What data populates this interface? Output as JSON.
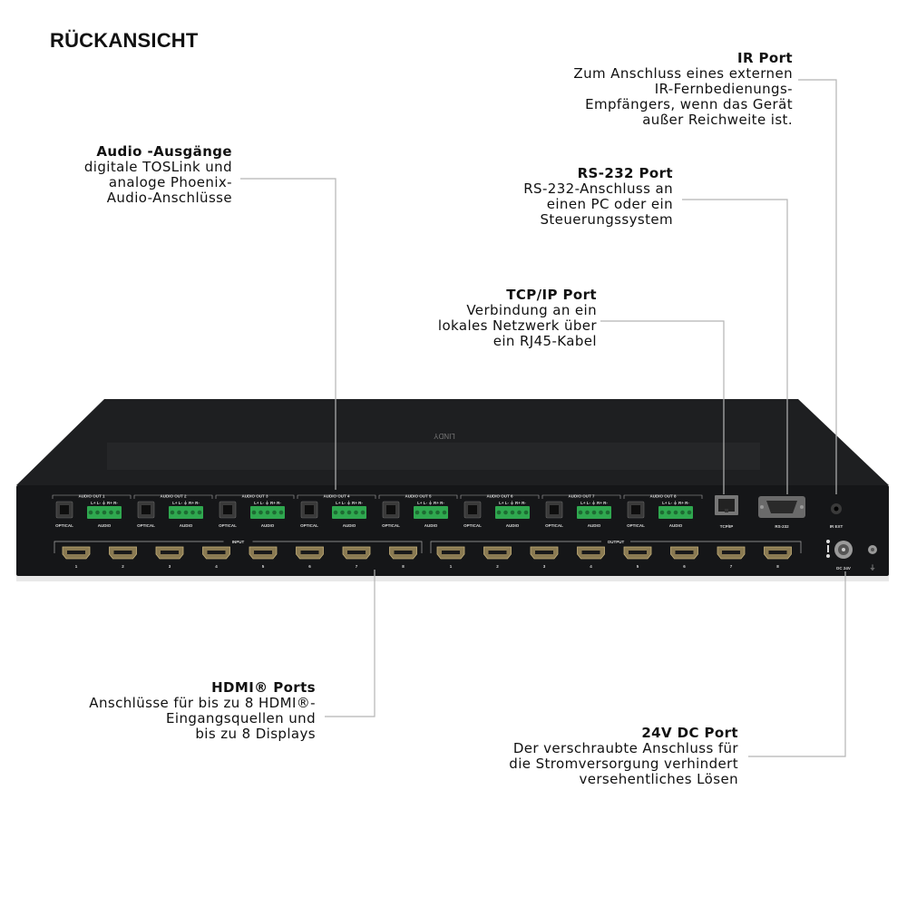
{
  "title": "RÜCKANSICHT",
  "callouts": {
    "ir": {
      "heading": "IR Port",
      "text": "Zum Anschluss eines externen\nIR-Fernbedienungs-\nEmpfängers, wenn  das Gerät\naußer Reichweite ist."
    },
    "audio": {
      "heading": "Audio -Ausgänge",
      "text": "digitale TOSLink und\nanaloge Phoenix-\nAudio-Anschlüsse"
    },
    "rs232": {
      "heading": "RS-232 Port",
      "text": "RS-232-Anschluss an\neinen PC oder ein\nSteuerungssystem"
    },
    "tcpip": {
      "heading": "TCP/IP Port",
      "text": "Verbindung an ein\nlokales Netzwerk über\nein RJ45-Kabel"
    },
    "hdmi": {
      "heading": "HDMI® Ports",
      "text": "Anschlüsse für bis zu 8 HDMI®-\nEingangsquellen und\nbis zu 8 Displays"
    },
    "dc": {
      "heading": "24V DC Port",
      "text": "Der verschraubte Anschluss für\ndie Stromversorgung verhindert\nversehentliches Lösen"
    }
  },
  "device": {
    "brand": "LINDY",
    "audio_out_labels": [
      "AUDIO OUT 1",
      "AUDIO OUT 2",
      "AUDIO OUT 3",
      "AUDIO OUT 4",
      "AUDIO OUT 5",
      "AUDIO OUT 6",
      "AUDIO OUT 7",
      "AUDIO OUT 8"
    ],
    "optical_label": "OPTICAL",
    "audio_label": "AUDIO",
    "phoenix_pins_label": "L+ L- ⏚ R+ R-",
    "input_label": "INPUT",
    "output_label": "OUTPUT",
    "port_numbers": [
      "1",
      "2",
      "3",
      "4",
      "5",
      "6",
      "7",
      "8"
    ],
    "tcpip_label": "TCP/IP",
    "rs232_label": "RS-232",
    "irext_label": "IR EXT",
    "dc_label": "DC 24V"
  },
  "colors": {
    "line": "#b5b5b5",
    "chassis": "#1c1d1f",
    "terminal": "#2fa84f"
  }
}
